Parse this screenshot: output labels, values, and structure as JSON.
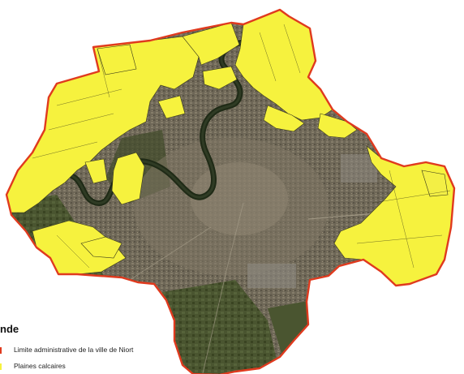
{
  "legend": {
    "title": "nde",
    "items": [
      {
        "label": "Limite administrative de la ville de Niort",
        "color": "#e03a1e"
      },
      {
        "label": "Plaines calcaires",
        "color": "#f6f23e"
      }
    ]
  },
  "colors": {
    "urban": "#6b6455",
    "urban_light": "#8a8472",
    "forest": "#3d4a25",
    "river": "#24301a",
    "plain": "#f6f23e",
    "boundary": "#e03a1e"
  }
}
